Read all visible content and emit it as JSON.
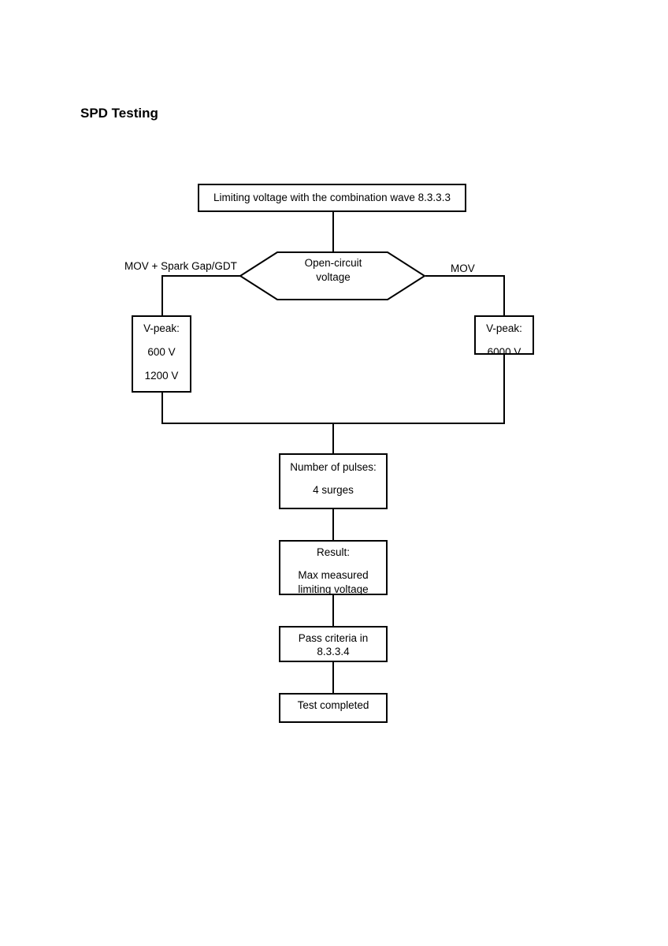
{
  "page": {
    "title": "SPD Testing"
  },
  "flowchart": {
    "start": "Limiting voltage with the combination wave 8.3.3.3",
    "decision": {
      "line1": "Open-circuit",
      "line2": "voltage"
    },
    "branch_left_label": "MOV + Spark Gap/GDT",
    "branch_right_label": "MOV",
    "left_box": {
      "line1": "V-peak:",
      "line2": "600 V",
      "line3": "1200 V"
    },
    "right_box": {
      "line1": "V-peak:",
      "line2": "6000 V"
    },
    "pulses_box": {
      "line1": "Number of pulses:",
      "line2": "4 surges"
    },
    "result_box": {
      "line1": "Result:",
      "line2": "Max measured",
      "line3": "limiting voltage"
    },
    "criteria_box": {
      "line1": "Pass criteria in",
      "line2": "8.3.3.4"
    },
    "end_box": "Test completed"
  }
}
